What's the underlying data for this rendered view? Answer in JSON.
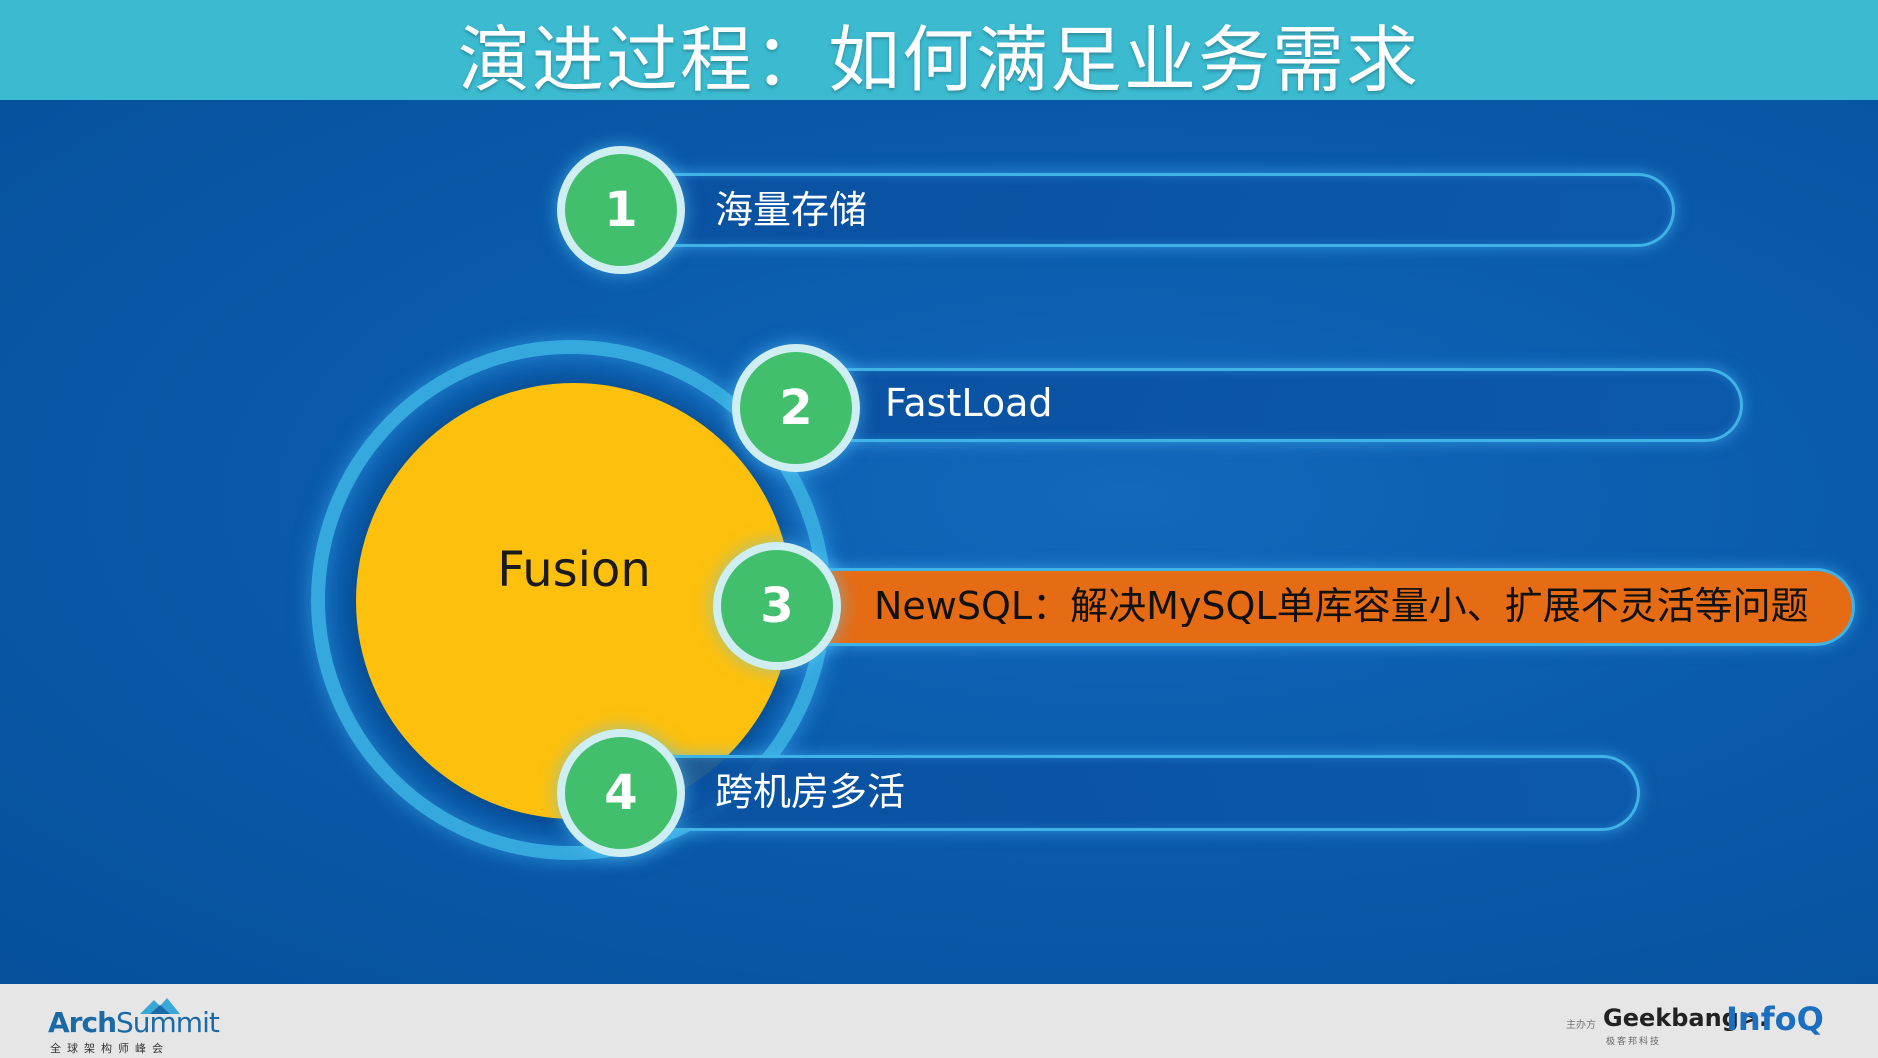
{
  "title": "演进过程：如何满足业务需求",
  "core": {
    "label": "Fusion"
  },
  "items": [
    {
      "number": "1",
      "label": "海量存储",
      "active": false
    },
    {
      "number": "2",
      "label": "FastLoad",
      "active": false
    },
    {
      "number": "3",
      "label": "NewSQL：解决MySQL单库容量小、扩展不灵活等问题",
      "active": true
    },
    {
      "number": "4",
      "label": "跨机房多活",
      "active": false
    }
  ],
  "footer": {
    "left_logo": {
      "name_bold": "Arch",
      "name_light": "Summit",
      "subtitle": "全球架构师峰会"
    },
    "host_label": "主办方",
    "geekbang": {
      "name": "Geekbang>.",
      "subtitle": "极客邦科技"
    },
    "infoq": "InfoQ"
  },
  "colors": {
    "title_bar": "#3bbad0",
    "background": "#0756a5",
    "core": "#fdc00c",
    "node": "#42bf6d",
    "active_pill": "#e56c14",
    "pill_border": "#3fb3e6"
  }
}
